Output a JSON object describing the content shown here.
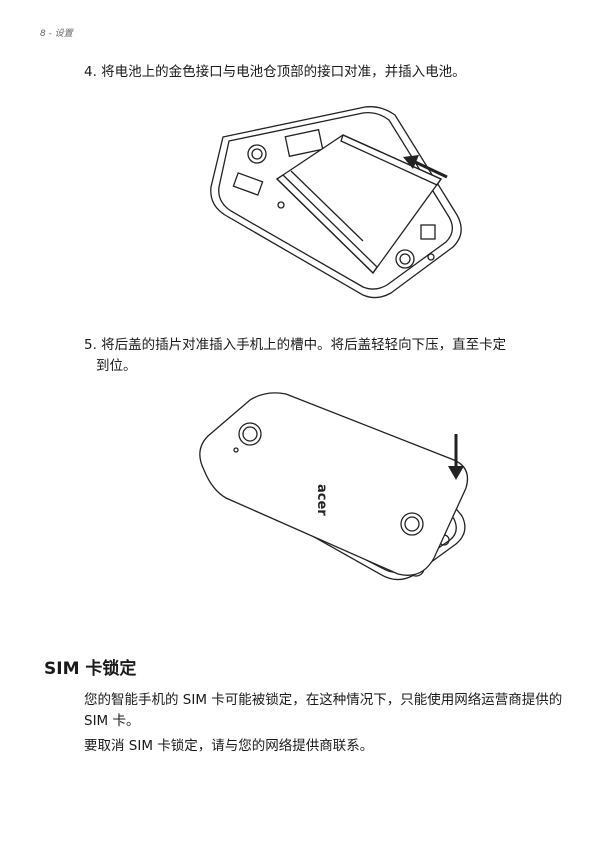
{
  "header": {
    "page_label": "8 - 设置"
  },
  "steps": [
    {
      "text": "4. 将电池上的金色接口与电池仓顶部的接口对准，并插入电池。"
    },
    {
      "line1": "5. 将后盖的插片对准插入手机上的槽中。将后盖轻轻向下压，直至卡定",
      "line2": "到位。"
    }
  ],
  "figures": {
    "cover_logo": "acer"
  },
  "section": {
    "title": "SIM 卡锁定",
    "paragraphs": [
      "您的智能手机的 SIM 卡可能被锁定，在这种情况下，只能使用网络运营商提供的 SIM 卡。",
      "要取消 SIM 卡锁定，请与您的网络提供商联系。"
    ]
  }
}
